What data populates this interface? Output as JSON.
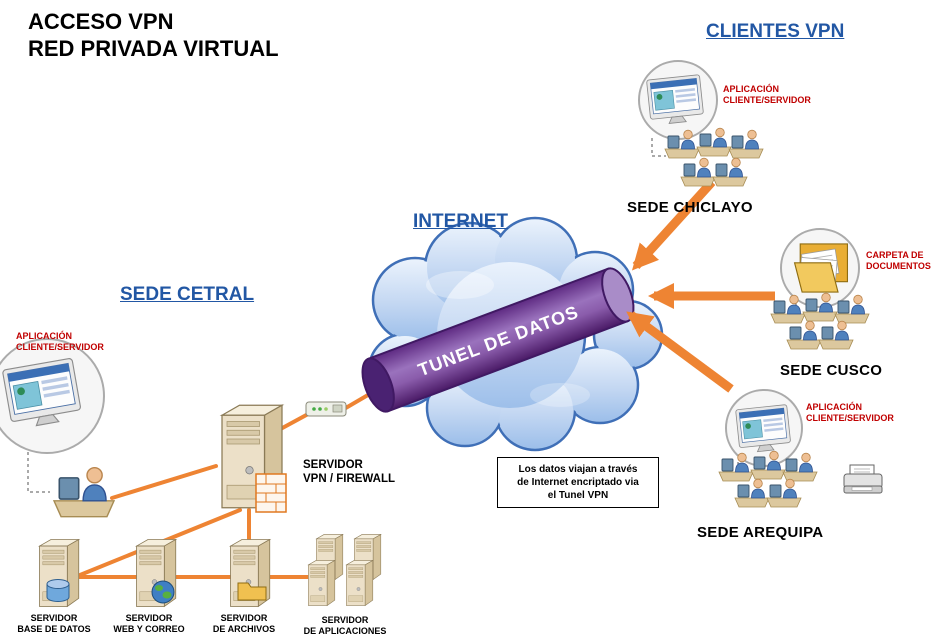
{
  "title_text": "ACCESO VPN\nRED PRIVADA VIRTUAL",
  "headings": {
    "clientes_vpn": "CLIENTES VPN",
    "internet": "INTERNET",
    "sede_central": "SEDE CETRAL"
  },
  "tunnel_label": "TUNEL DE DATOS",
  "sites": {
    "chiclayo": {
      "name": "SEDE CHICLAYO",
      "tag": "APLICACIÓN\nCLIENTE/SERVIDOR"
    },
    "cusco": {
      "name": "SEDE CUSCO",
      "tag": "CARPETA DE\nDOCUMENTOS"
    },
    "arequipa": {
      "name": "SEDE AREQUIPA",
      "tag": "APLICACIÓN\nCLIENTE/SERVIDOR"
    }
  },
  "central": {
    "app_tag": "APLICACIÓN\nCLIENTE/SERVIDOR",
    "vpn_server_label": "SERVIDOR\nVPN / FIREWALL",
    "servers": [
      "SERVIDOR\nBASE DE DATOS",
      "SERVIDOR\nWEB Y CORREO",
      "SERVIDOR\nDE ARCHIVOS",
      "SERVIDOR\nDE APLICACIONES"
    ]
  },
  "note": "Los datos viajan a través\nde Internet encriptado via\nel Tunel VPN",
  "colors": {
    "heading_blue": "#2257a4",
    "label_red": "#c00000",
    "arrow_orange": "#ee8433",
    "tunnel_purple": "#7a3fa0",
    "cloud_fill": "#bcd3f0",
    "cloud_stroke": "#3f6fb7"
  }
}
